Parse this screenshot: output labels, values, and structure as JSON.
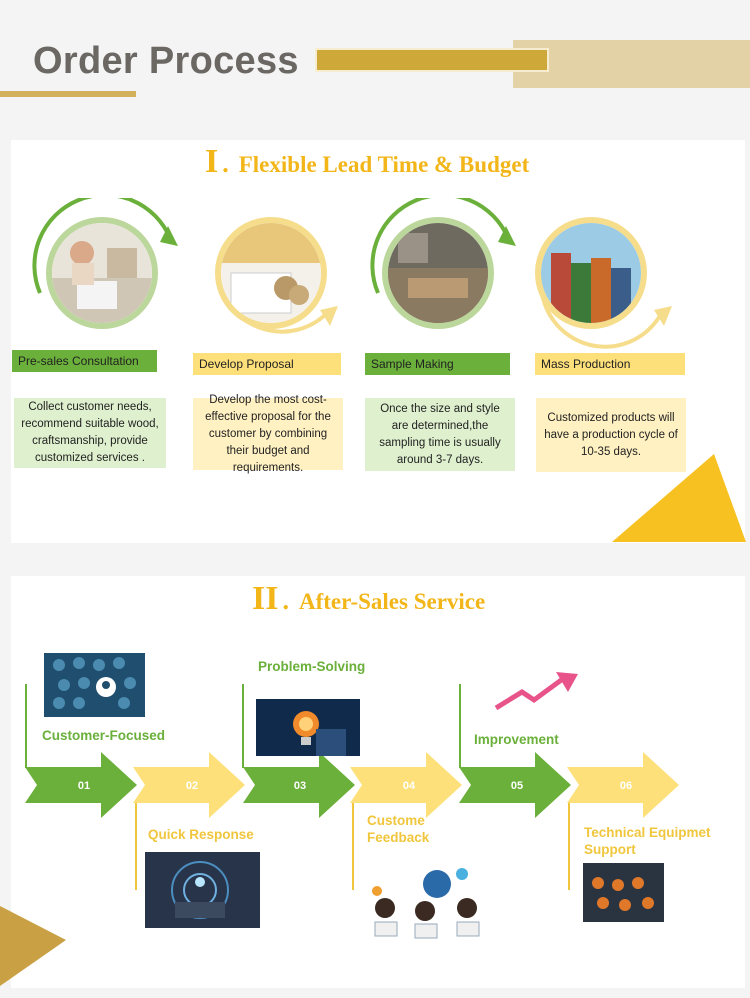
{
  "header": {
    "title": "Order Process"
  },
  "section1": {
    "numeral": "I",
    "dot": ".",
    "title": "Flexible Lead Time & Budget",
    "stages": [
      {
        "label": "Pre-sales Consultation",
        "description": "Collect customer needs, recommend suitable wood, craftsmanship, provide customized services ."
      },
      {
        "label": "Develop Proposal",
        "description": "Develop the most cost-effective proposal for the customer by combining their budget and requirements."
      },
      {
        "label": "Sample Making",
        "description": "Once the size and style are determined,the sampling time is usually around 3-7 days."
      },
      {
        "label": "Mass Production",
        "description": "Customized products will have a production cycle of 10-35 days."
      }
    ]
  },
  "section2": {
    "numeral": "II",
    "dot": ".",
    "title": "After-Sales Service",
    "steps": [
      {
        "num": "01",
        "label": "Customer-Focused"
      },
      {
        "num": "02",
        "label": "Quick Response"
      },
      {
        "num": "03",
        "label": "Problem-Solving"
      },
      {
        "num": "04",
        "label": "Custome Feedback"
      },
      {
        "num": "05",
        "label": "Improvement"
      },
      {
        "num": "06",
        "label": "Technical Equipmet Support"
      }
    ]
  },
  "colors": {
    "green": "#6ab03a",
    "yellow": "#fde07a",
    "gold": "#f2b619",
    "tan": "#d2b05c"
  }
}
